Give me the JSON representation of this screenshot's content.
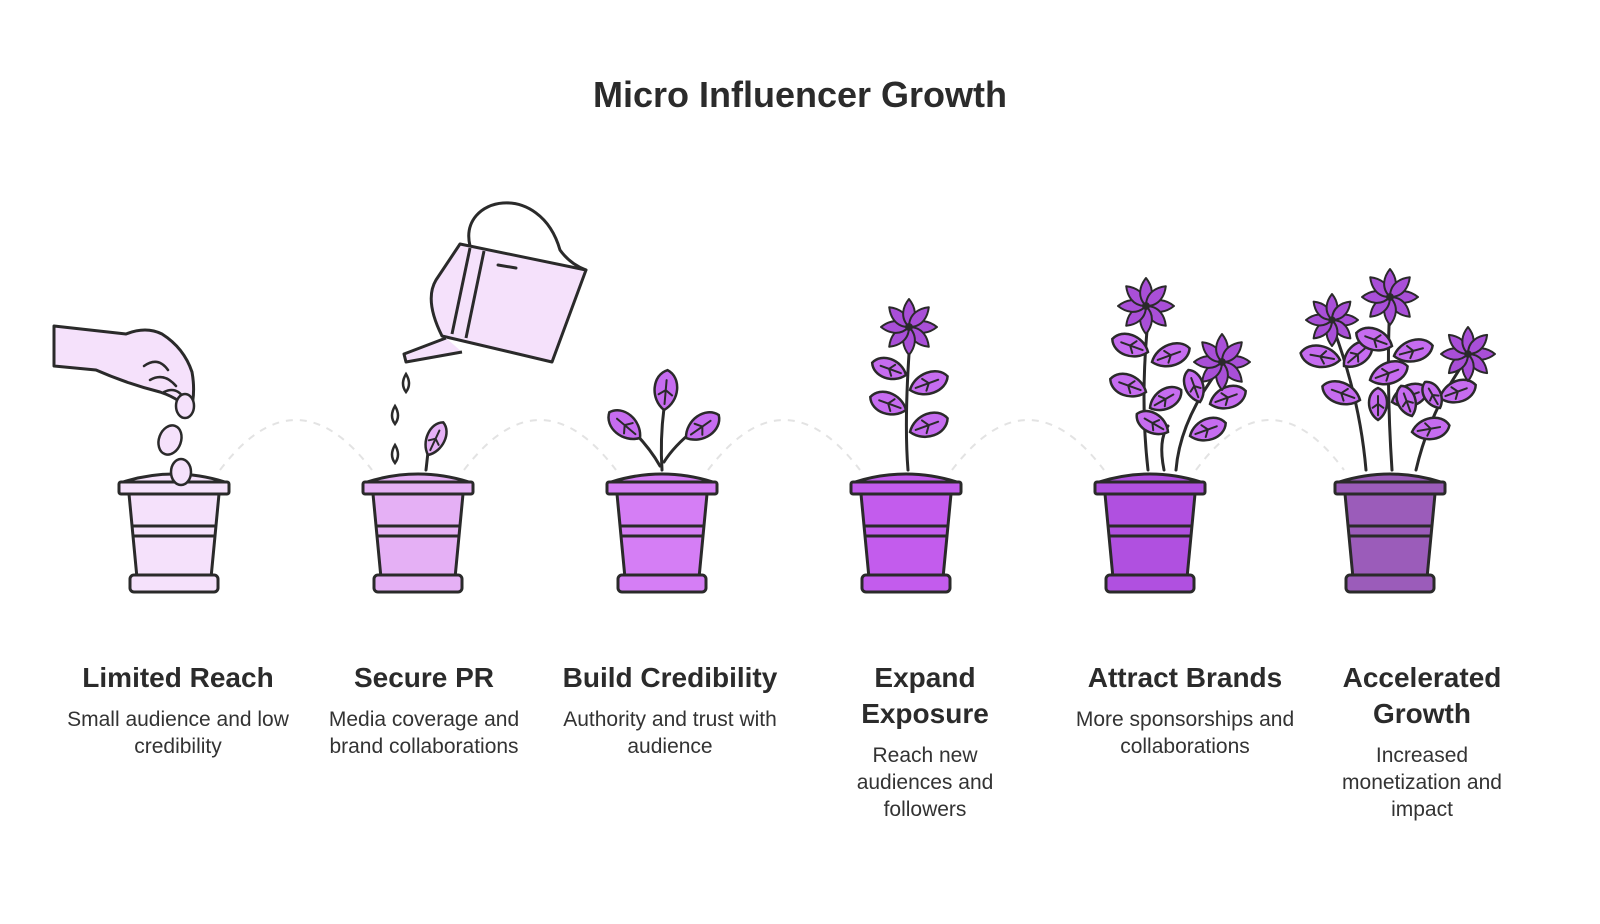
{
  "title": "Micro Influencer Growth",
  "colors": {
    "outline": "#2a2a2a",
    "pot_fills": [
      "#f5e1fb",
      "#e5b0f5",
      "#d57ef5",
      "#c35ced",
      "#b050e0",
      "#9b5cba"
    ],
    "leaf_fill": "#c66cf0",
    "flower_fill": "#a94fd8",
    "connector": "#e3e3e3"
  },
  "stages": [
    {
      "title": "Limited Reach",
      "description": "Small audience and low credibility",
      "icon": "hand-planting-seed-icon"
    },
    {
      "title": "Secure PR",
      "description": "Media coverage and brand collaborations",
      "icon": "watering-can-sprout-icon"
    },
    {
      "title": "Build Credibility",
      "description": "Authority and trust with audience",
      "icon": "young-plant-icon"
    },
    {
      "title": "Expand Exposure",
      "description": "Reach new audiences and followers",
      "icon": "flowering-plant-icon"
    },
    {
      "title": "Attract Brands",
      "description": "More sponsorships and collaborations",
      "icon": "multi-flower-plant-icon"
    },
    {
      "title": "Accelerated Growth",
      "description": "Increased monetization and impact",
      "icon": "full-bloom-plant-icon"
    }
  ]
}
